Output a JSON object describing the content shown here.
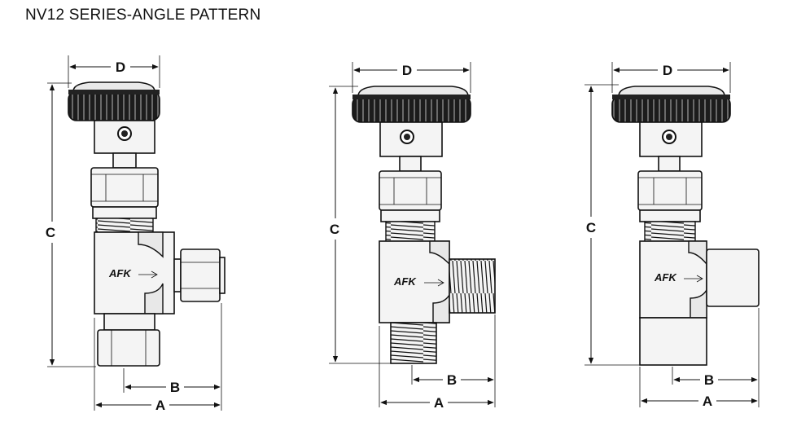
{
  "title": "NV12 SERIES-ANGLE PATTERN",
  "brand": "AFK",
  "dimensions": {
    "a": "A",
    "b": "B",
    "c": "C",
    "d": "D"
  },
  "valves": [
    {
      "id": "compression-ends"
    },
    {
      "id": "male-npt-ends"
    },
    {
      "id": "female-npt-ends"
    }
  ]
}
